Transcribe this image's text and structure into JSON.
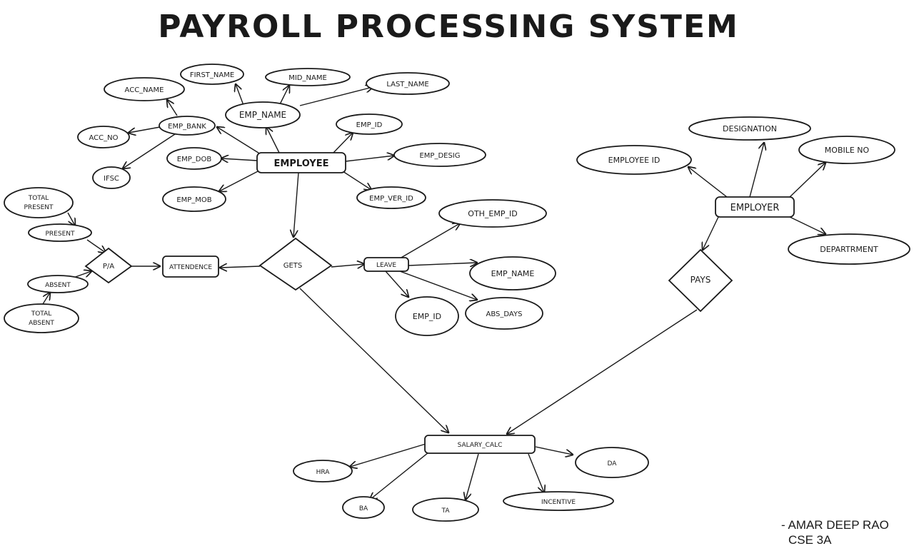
{
  "title": "PAYROLL PROCESSING SYSTEM",
  "author": {
    "name": "- AMAR DEEP RAO",
    "class": "CSE 3A"
  },
  "nodes": {
    "employee": "EMPLOYEE",
    "emp_name": "EMP_NAME",
    "first_name": "FIRST_NAME",
    "mid_name": "MID_NAME",
    "last_name": "LAST_NAME",
    "emp_bank": "EMP_BANK",
    "acc_name": "ACC_NAME",
    "acc_no": "ACC_NO",
    "ifsc": "IFSC",
    "emp_dob": "EMP_DOB",
    "emp_mob": "EMP_MOB",
    "emp_id": "EMP_ID",
    "emp_desig": "EMP_DESIG",
    "emp_ver_id": "EMP_VER_ID",
    "gets": "GETS",
    "attendence": "ATTENDENCE",
    "pa": "P/A",
    "present": "PRESENT",
    "total_present": [
      "TOTAL",
      "PRESENT"
    ],
    "absent": "ABSENT",
    "total_absent": [
      "TOTAL",
      "ABSENT"
    ],
    "leave": "LEAVE",
    "oth_emp_id": "OTH_EMP_ID",
    "leave_emp_name": "EMP_NAME",
    "leave_emp_id": "EMP_ID",
    "abs_days": "ABS_DAYS",
    "employer": "EMPLOYER",
    "designation": "DESIGNATION",
    "employee_id": "EMPLOYEE ID",
    "mobile_no": "MOBILE NO",
    "departrment": "DEPARTRMENT",
    "pays": "PAYS",
    "salary_calc": "SALARY_CALC",
    "hra": "HRA",
    "ba": "BA",
    "ta": "TA",
    "incentive": "INCENTIVE",
    "da": "DA"
  }
}
